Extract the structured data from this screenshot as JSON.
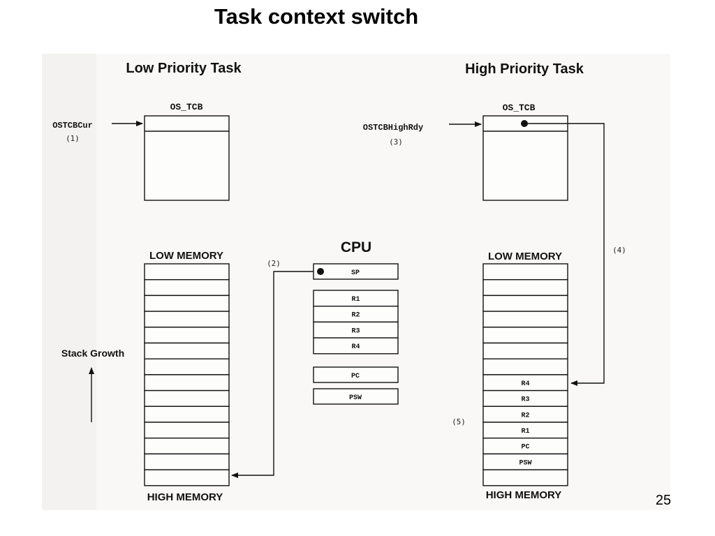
{
  "title": "Task context switch",
  "page_number": "25",
  "left": {
    "heading": "Low Priority Task",
    "tcb_label": "OS_TCB",
    "pointer_label": "OSTCBCur",
    "pointer_step": "(1)",
    "low_memory": "LOW MEMORY",
    "high_memory": "HIGH MEMORY",
    "sp_step": "(2)"
  },
  "right": {
    "heading": "High Priority Task",
    "tcb_label": "OS_TCB",
    "pointer_label": "OSTCBHighRdy",
    "pointer_step": "(3)",
    "stack_step": "(4)",
    "restore_step": "(5)",
    "low_memory": "LOW MEMORY",
    "high_memory": "HIGH MEMORY",
    "stack_cells": [
      "R4",
      "R3",
      "R2",
      "R1",
      "PC",
      "PSW"
    ]
  },
  "cpu": {
    "heading": "CPU",
    "sp": "SP",
    "registers": [
      "R1",
      "R2",
      "R3",
      "R4"
    ],
    "pc": "PC",
    "psw": "PSW"
  },
  "stack_growth": "Stack Growth"
}
